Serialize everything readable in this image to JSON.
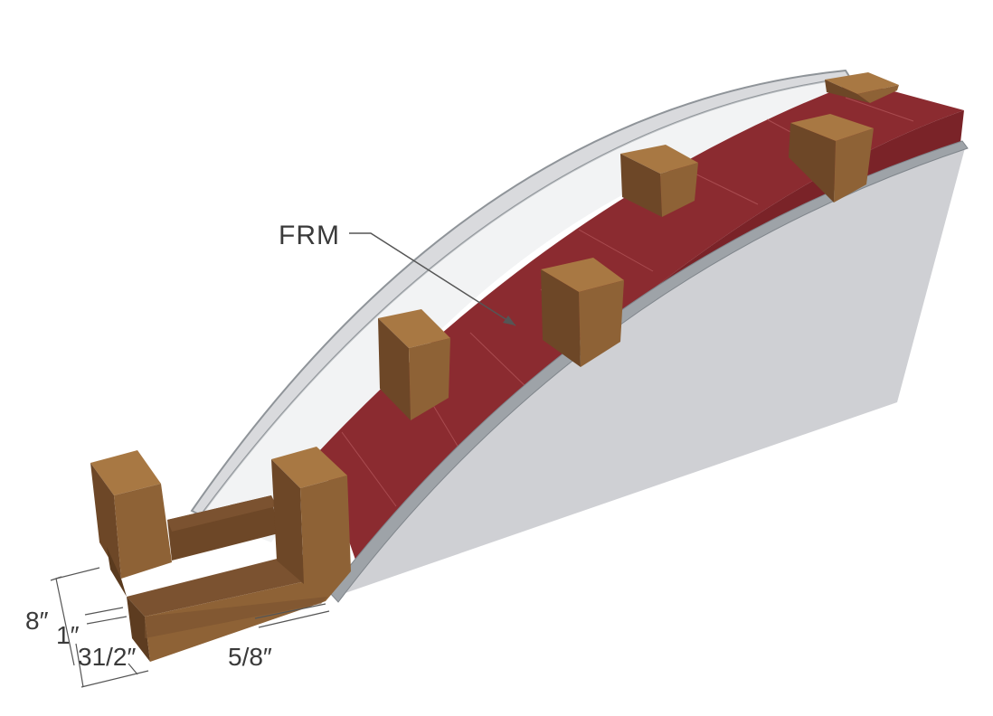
{
  "callout": {
    "label": "FRM"
  },
  "dimensions": {
    "height_8": "8″",
    "gap_1": "1″",
    "width_3_5": "31/2″",
    "thickness_5_8": "5/8″"
  },
  "colors": {
    "membrane": "#8b2b30",
    "membrane_side": "#7a2328",
    "wall": "#cfd0d4",
    "wall_edge": "#8f9499",
    "block_front": "#8e6236",
    "block_side": "#6d4727",
    "block_top": "#a87843",
    "line": "#555555"
  }
}
